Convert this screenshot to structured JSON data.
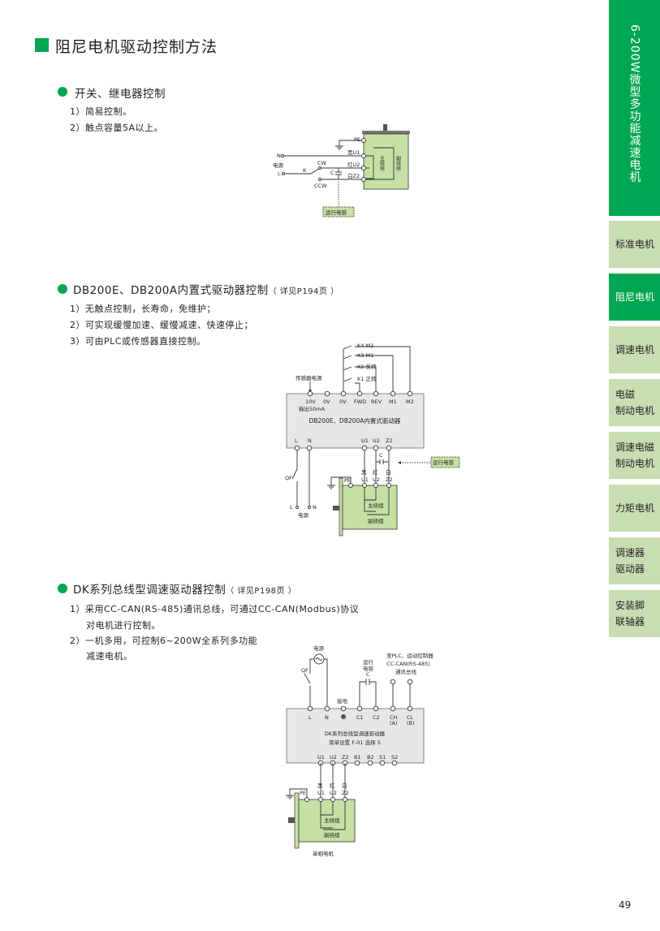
{
  "page_title": "阻尼电机驱动控制方法",
  "accent_color": "#00a651",
  "sidebar": {
    "header": "6-200W微型多功能减速电机",
    "items": [
      {
        "label": "标准电机",
        "active": false
      },
      {
        "label": "阻尼电机",
        "active": true
      },
      {
        "label": "调速电机",
        "active": false
      },
      {
        "label": "电磁\n制动电机",
        "line1": "电磁",
        "line2": "制动电机",
        "active": false
      },
      {
        "label": "调速电磁\n制动电机",
        "line1": "调速电磁",
        "line2": "制动电机",
        "active": false
      },
      {
        "label": "力矩电机",
        "active": false
      },
      {
        "label": "调速器\n驱动器",
        "line1": "调速器",
        "line2": "驱动器",
        "active": false
      },
      {
        "label": "安装脚\n联轴器",
        "line1": "安装脚",
        "line2": "联轴器",
        "active": false
      }
    ]
  },
  "sections": [
    {
      "heading": "开关、继电器控制",
      "items": [
        "1）简易控制。",
        "2）触点容量5A以上。"
      ],
      "diagram": {
        "labels": {
          "pe": "PE",
          "u1": "黑U1",
          "u2": "红U2",
          "z2": "白Z2",
          "n": "N",
          "l": "L",
          "power": "电源",
          "k": "K",
          "cw": "CW",
          "ccw": "CCW",
          "c": "C",
          "run_cap": "运行电容",
          "main_winding": "主绕组",
          "aux_winding": "副绕组"
        }
      }
    },
    {
      "heading": "DB200E、DB200A内置式驱动器控制",
      "ref": "（ 详见P194页 ）",
      "items": [
        "1）无触点控制，长寿命，免维护；",
        "2）可实现缓慢加速、缓慢减速、快速停止；",
        "3）可由PLC或传感器直接控制。"
      ],
      "diagram": {
        "driver_name": "DB200E、DB200A内置式驱动器",
        "top_terminals": [
          "10V",
          "0V",
          "0V",
          "FWD",
          "REV",
          "M1",
          "M2"
        ],
        "output_note": "输出50mA",
        "sensor_power": "传感器电源",
        "switches": [
          "K4  M2",
          "K3  M1",
          "K2 反转",
          "K1 正转"
        ],
        "bottom_terminals": [
          "L",
          "N",
          "U1",
          "U2",
          "Z2"
        ],
        "c": "C",
        "run_cap": "运行电容",
        "qf": "QF",
        "l": "L",
        "n": "N",
        "power": "电源",
        "pe": "PE",
        "wire_color": [
          "黑",
          "红",
          "白"
        ],
        "wire_term": [
          "U1",
          "U2",
          "Z2"
        ],
        "main_winding": "主绕组",
        "aux_winding": "副绕组"
      }
    },
    {
      "heading": "DK系列总线型调速驱动器控制",
      "ref": "（ 详见P198页 ）",
      "items": [
        "1）采用CC-CAN(RS-485)通讯总线，可通过CC-CAN(Modbus)协议",
        "对电机进行控制。",
        "2）一机多用，可控制6~200W全系列多功能",
        "减速电机。"
      ],
      "diagram": {
        "power": "电源",
        "qf": "QF",
        "ground": "接地",
        "run_cap": [
          "运行",
          "电容",
          "C"
        ],
        "bus_note": [
          "至PLC、运动控制器",
          "CC-CAN(RS-485)",
          "通讯总线"
        ],
        "top_terminals": [
          "L",
          "N",
          "",
          "C1",
          "C2",
          "CH",
          "CL"
        ],
        "top_sub": [
          "(A)",
          "(B)"
        ],
        "driver_name": [
          "DK系列总线型调速驱动器",
          "菜单设置 F-01 选择 5"
        ],
        "bottom_terminals": [
          "U1",
          "U2",
          "Z2",
          "B1",
          "B2",
          "S1",
          "S2"
        ],
        "pe": "PE",
        "wire_color": [
          "黑",
          "红",
          "白"
        ],
        "wire_term": [
          "U1",
          "U2",
          "Z2"
        ],
        "main_winding": "主绕组",
        "aux_winding": "副绕组",
        "motor_name": "单相电机"
      }
    }
  ],
  "page_number": "49"
}
